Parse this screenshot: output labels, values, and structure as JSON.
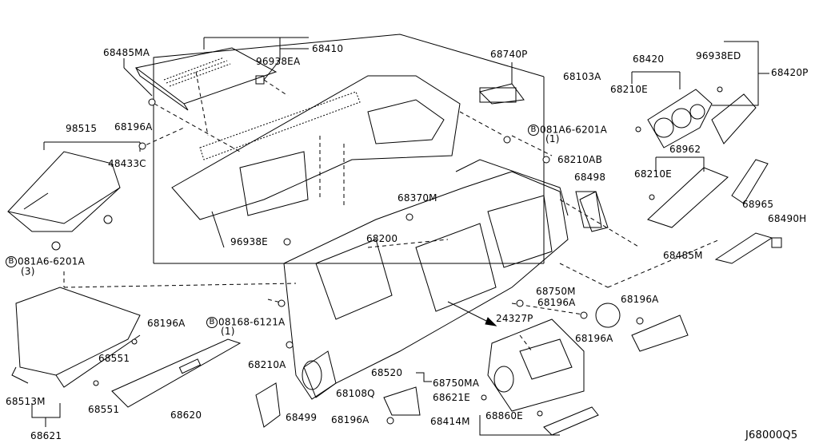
{
  "diagram_code": "J68000Q5",
  "bullet_letter": "B",
  "parts": [
    {
      "id": "p68485MA",
      "text": "68485MA"
    },
    {
      "id": "p68410",
      "text": "68410"
    },
    {
      "id": "p96938EA",
      "text": "96938EA"
    },
    {
      "id": "p98515",
      "text": "98515"
    },
    {
      "id": "p68196A_1",
      "text": "68196A"
    },
    {
      "id": "p48433C",
      "text": "48433C"
    },
    {
      "id": "p081A6_1",
      "text": "081A6-6201A"
    },
    {
      "id": "p081A6_1q",
      "text": "(3)"
    },
    {
      "id": "p68740P",
      "text": "68740P"
    },
    {
      "id": "p68103A",
      "text": "68103A"
    },
    {
      "id": "p081A6_2",
      "text": "081A6-6201A"
    },
    {
      "id": "p081A6_2q",
      "text": "(1)"
    },
    {
      "id": "p68210AB",
      "text": "68210AB"
    },
    {
      "id": "p68498",
      "text": "68498"
    },
    {
      "id": "p68370M",
      "text": "68370M"
    },
    {
      "id": "p96938E",
      "text": "96938E"
    },
    {
      "id": "p68200",
      "text": "68200"
    },
    {
      "id": "p68420",
      "text": "68420"
    },
    {
      "id": "p96938ED",
      "text": "96938ED"
    },
    {
      "id": "p68420P",
      "text": "68420P"
    },
    {
      "id": "p68210E_1",
      "text": "68210E"
    },
    {
      "id": "p68962",
      "text": "68962"
    },
    {
      "id": "p68210E_2",
      "text": "68210E"
    },
    {
      "id": "p68965",
      "text": "68965"
    },
    {
      "id": "p68490H",
      "text": "68490H"
    },
    {
      "id": "p68485M",
      "text": "68485M"
    },
    {
      "id": "p68750M",
      "text": "68750M"
    },
    {
      "id": "p68196A_2",
      "text": "68196A"
    },
    {
      "id": "p68196A_3",
      "text": "68196A"
    },
    {
      "id": "p24327P",
      "text": "24327P"
    },
    {
      "id": "p68196A_4",
      "text": "68196A"
    },
    {
      "id": "p08168",
      "text": "08168-6121A"
    },
    {
      "id": "p08168q",
      "text": "(1)"
    },
    {
      "id": "p68196A_5",
      "text": "68196A"
    },
    {
      "id": "p68551_1",
      "text": "68551"
    },
    {
      "id": "p68210A",
      "text": "68210A"
    },
    {
      "id": "p68520",
      "text": "68520"
    },
    {
      "id": "p68750MA",
      "text": "68750MA"
    },
    {
      "id": "p68108Q",
      "text": "68108Q"
    },
    {
      "id": "p68621E",
      "text": "68621E"
    },
    {
      "id": "p68513M",
      "text": "68513M"
    },
    {
      "id": "p68551_2",
      "text": "68551"
    },
    {
      "id": "p68620",
      "text": "68620"
    },
    {
      "id": "p68499",
      "text": "68499"
    },
    {
      "id": "p68196A_6",
      "text": "68196A"
    },
    {
      "id": "p68414M",
      "text": "68414M"
    },
    {
      "id": "p68860E",
      "text": "68860E"
    },
    {
      "id": "p68621",
      "text": "68621"
    }
  ]
}
